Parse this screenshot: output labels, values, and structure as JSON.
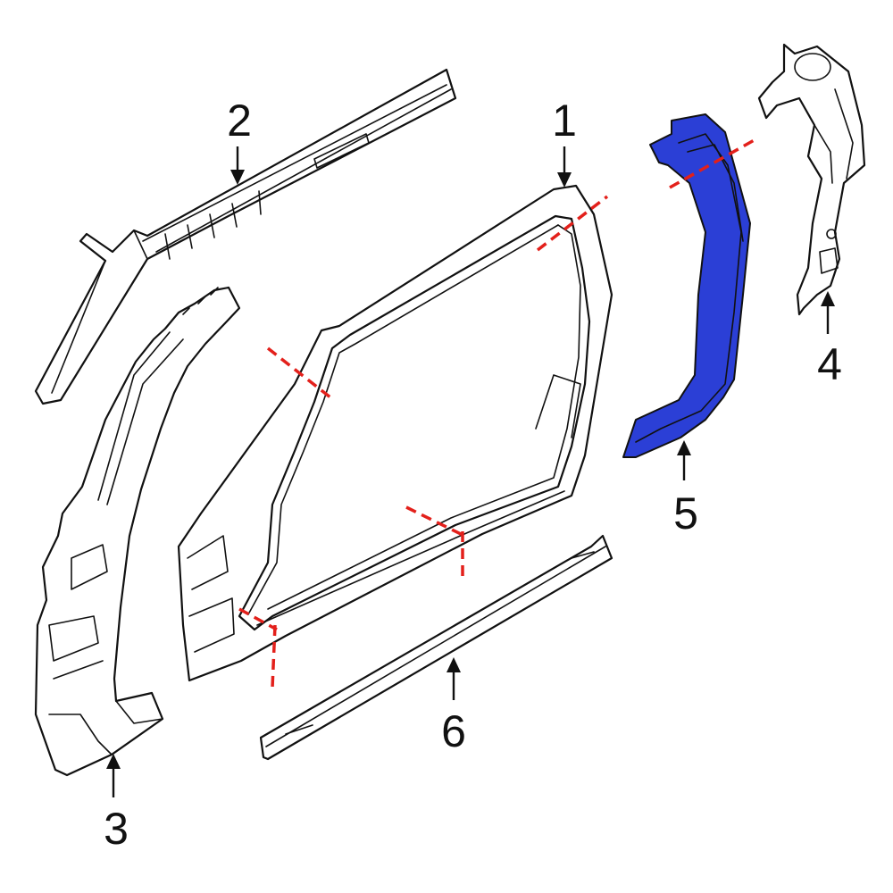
{
  "callouts": [
    {
      "id": "1",
      "label": "1"
    },
    {
      "id": "2",
      "label": "2"
    },
    {
      "id": "3",
      "label": "3"
    },
    {
      "id": "4",
      "label": "4"
    },
    {
      "id": "5",
      "label": "5"
    },
    {
      "id": "6",
      "label": "6"
    }
  ],
  "colors": {
    "highlight_part": "#2b3fd6",
    "cut_lines": "#e3201b",
    "outline": "#111111",
    "background": "#ffffff"
  }
}
